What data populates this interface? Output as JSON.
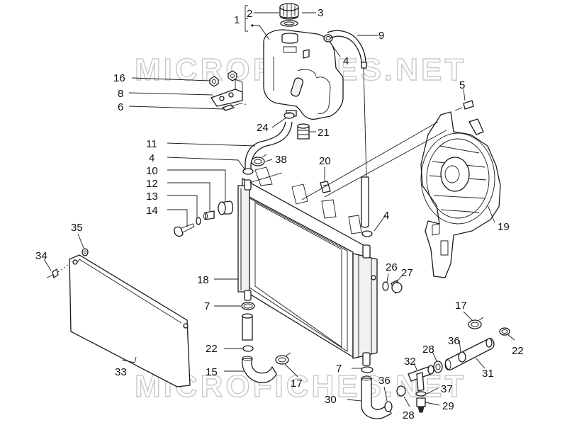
{
  "watermarks": [
    "MICROFICHES.NET",
    "MICROFICHES.NET"
  ],
  "callouts": [
    {
      "id": "c1",
      "label": "1"
    },
    {
      "id": "c2",
      "label": "2"
    },
    {
      "id": "c3",
      "label": "3"
    },
    {
      "id": "c9",
      "label": "9"
    },
    {
      "id": "c4a",
      "label": "4"
    },
    {
      "id": "c16",
      "label": "16"
    },
    {
      "id": "c8",
      "label": "8"
    },
    {
      "id": "c6",
      "label": "6"
    },
    {
      "id": "c5",
      "label": "5"
    },
    {
      "id": "c24",
      "label": "24"
    },
    {
      "id": "c21",
      "label": "21"
    },
    {
      "id": "c11",
      "label": "11"
    },
    {
      "id": "c4b",
      "label": "4"
    },
    {
      "id": "c38",
      "label": "38"
    },
    {
      "id": "c20",
      "label": "20"
    },
    {
      "id": "c10",
      "label": "10"
    },
    {
      "id": "c12",
      "label": "12"
    },
    {
      "id": "c13",
      "label": "13"
    },
    {
      "id": "c14",
      "label": "14"
    },
    {
      "id": "c4c",
      "label": "4"
    },
    {
      "id": "c19",
      "label": "19"
    },
    {
      "id": "c35",
      "label": "35"
    },
    {
      "id": "c34",
      "label": "34"
    },
    {
      "id": "c26",
      "label": "26"
    },
    {
      "id": "c27",
      "label": "27"
    },
    {
      "id": "c18",
      "label": "18"
    },
    {
      "id": "c7a",
      "label": "7"
    },
    {
      "id": "c17a",
      "label": "17"
    },
    {
      "id": "c22a",
      "label": "22"
    },
    {
      "id": "c36a",
      "label": "36"
    },
    {
      "id": "c28a",
      "label": "28"
    },
    {
      "id": "c22b",
      "label": "22"
    },
    {
      "id": "c33",
      "label": "33"
    },
    {
      "id": "c15",
      "label": "15"
    },
    {
      "id": "c17b",
      "label": "17"
    },
    {
      "id": "c7b",
      "label": "7"
    },
    {
      "id": "c32",
      "label": "32"
    },
    {
      "id": "c31",
      "label": "31"
    },
    {
      "id": "c36b",
      "label": "36"
    },
    {
      "id": "c37",
      "label": "37"
    },
    {
      "id": "c30",
      "label": "30"
    },
    {
      "id": "c28b",
      "label": "28"
    },
    {
      "id": "c29",
      "label": "29"
    }
  ]
}
